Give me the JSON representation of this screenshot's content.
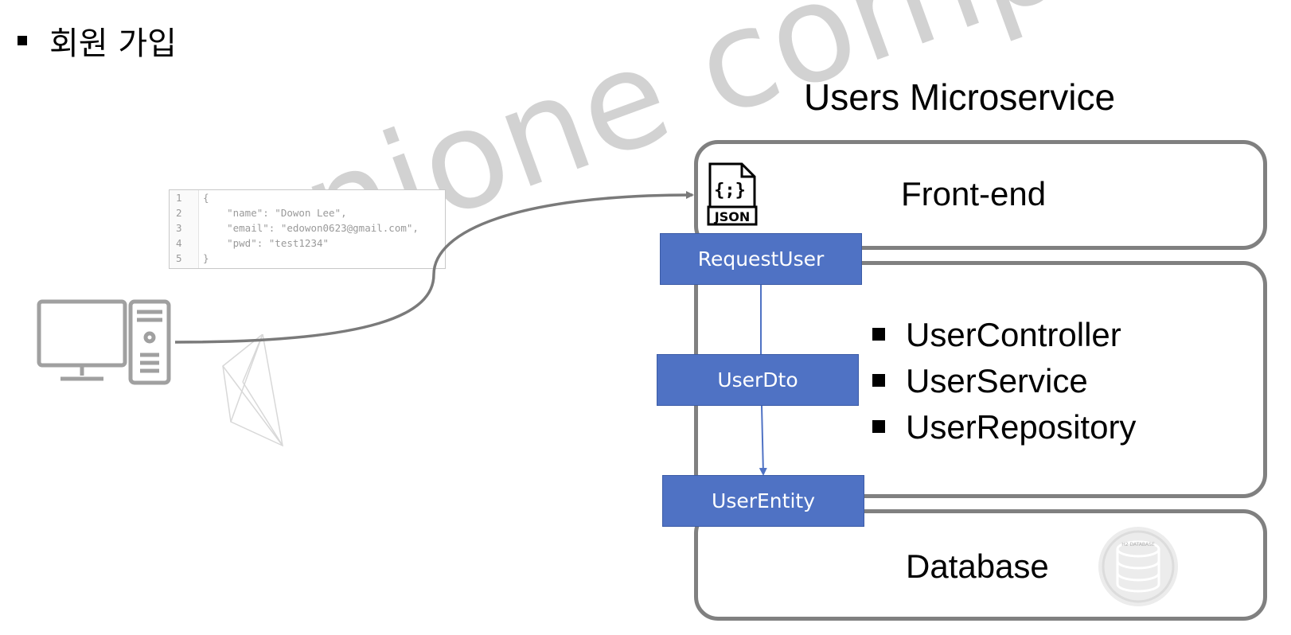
{
  "title": "회원 가입",
  "diagram": {
    "service_title": "Users Microservice",
    "front_end_label": "Front-end",
    "components": [
      "UserController",
      "UserService",
      "UserRepository"
    ],
    "database_label": "Database",
    "dtos": {
      "request": "RequestUser",
      "dto": "UserDto",
      "entity": "UserEntity"
    },
    "json_request": {
      "lines": [
        "{",
        "    \"name\": \"Dowon Lee\",",
        "    \"email\": \"edowon0623@gmail.com\",",
        "    \"pwd\": \"test1234\"",
        "}"
      ],
      "line_numbers": [
        "1",
        "2",
        "3",
        "4",
        "5"
      ]
    },
    "json_icon_text": "JSON",
    "json_icon_braces": "{;}",
    "db_badge_text": "H2 DATABASE",
    "watermark": "njone company"
  },
  "colors": {
    "dto_fill": "#4f72c4",
    "box_border": "#808080",
    "connector": "#7a7a7a"
  }
}
